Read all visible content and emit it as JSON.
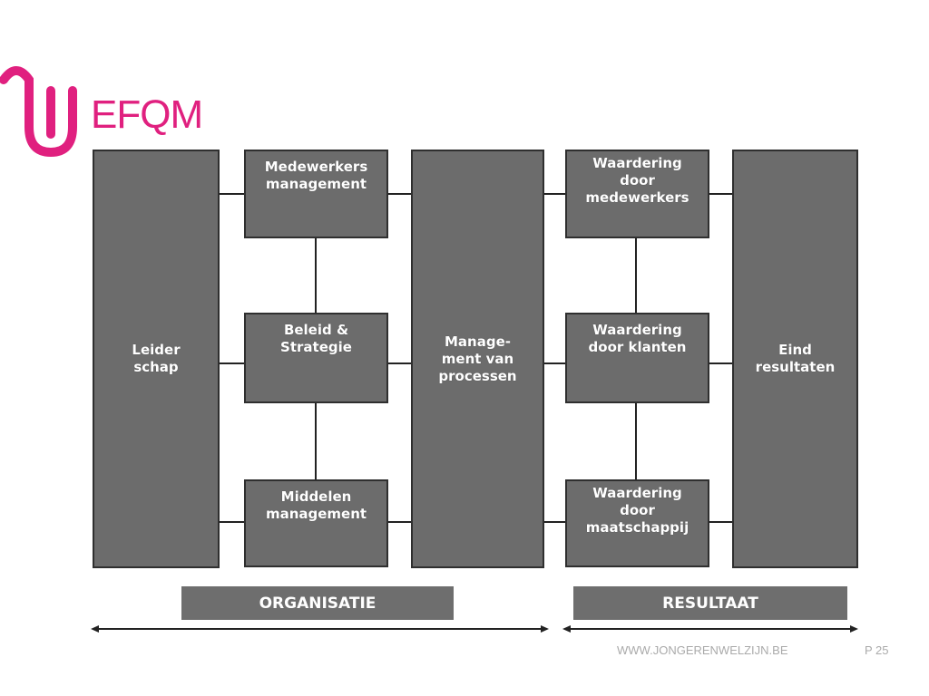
{
  "header": {
    "title": "EFQM",
    "accent_color": "#e0207f",
    "logo_icon": "jongerenwelzijn-logo-icon"
  },
  "diagram": {
    "leiderschap": "Leider\nschap",
    "medewerkers_management": "Medewerkers\nmanagement",
    "beleid_strategie": "Beleid &\nStrategie",
    "middelen_management": "Middelen\nmanagement",
    "management_processen": "Manage-\nment van\nprocessen",
    "waardering_medewerkers": "Waardering\ndoor\nmedewerkers",
    "waardering_klanten": "Waardering\ndoor klanten",
    "waardering_maatschappij": "Waardering\ndoor\nmaatschappij",
    "eind_resultaten": "Eind\nresultaten",
    "organisatie_label": "ORGANISATIE",
    "resultaat_label": "RESULTAAT",
    "box_color": "#6c6c6c"
  },
  "footer": {
    "website": "WWW.JONGERENWELZIJN.BE",
    "page": "P 25"
  }
}
